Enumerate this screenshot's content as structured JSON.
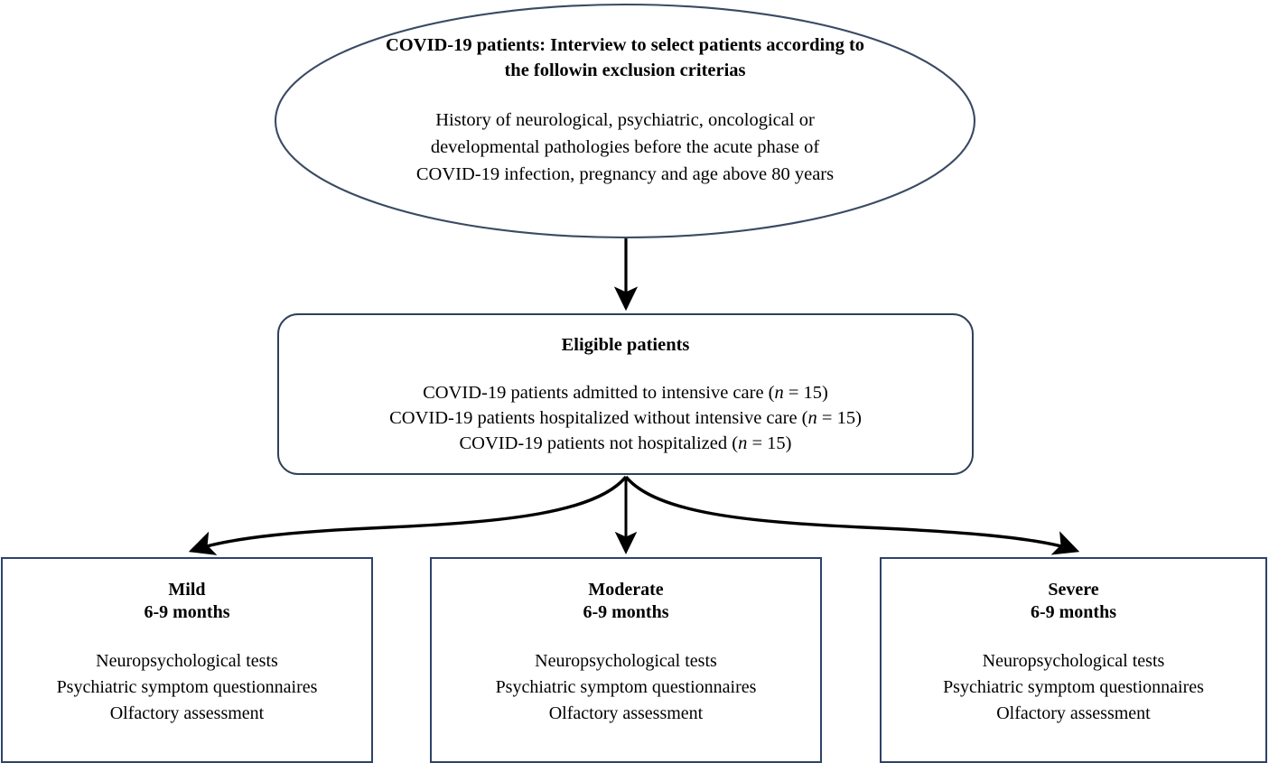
{
  "diagram": {
    "type": "flowchart",
    "title": "COVID-19 patient selection and assessment flowchart",
    "colors": {
      "ellipse_stroke": "#3a4a63",
      "rounded_box_stroke": "#2f4158",
      "outcome_box_stroke": "#2e4269",
      "arrow": "#000000",
      "background": "#ffffff",
      "text": "#000000"
    },
    "ellipse": {
      "title": "COVID-19 patients: Interview to select patients according to the followin exclusion criterias",
      "body_lines": [
        "History of neurological, psychiatric, oncological or",
        "developmental pathologies before the acute phase of",
        "COVID-19 infection, pregnancy and age above 80 years"
      ]
    },
    "eligible": {
      "title": "Eligible patients",
      "rows": [
        {
          "pre": "COVID-19 patients admitted to intensive care (",
          "n": "n",
          "post": " = 15)"
        },
        {
          "pre": "COVID-19 patients hospitalized without intensive care (",
          "n": "n",
          "post": " = 15)"
        },
        {
          "pre": "COVID-19 patients not hospitalized (",
          "n": "n",
          "post": " = 15)"
        }
      ]
    },
    "outcomes": [
      {
        "title": "Mild",
        "subtitle": "6-9 months",
        "items": [
          "Neuropsychological tests",
          "Psychiatric symptom questionnaires",
          "Olfactory assessment"
        ]
      },
      {
        "title": "Moderate",
        "subtitle": "6-9 months",
        "items": [
          "Neuropsychological tests",
          "Psychiatric symptom questionnaires",
          "Olfactory assessment"
        ]
      },
      {
        "title": "Severe",
        "subtitle": "6-9 months",
        "items": [
          "Neuropsychological tests",
          "Psychiatric symptom questionnaires",
          "Olfactory assessment"
        ]
      }
    ],
    "connectors": [
      {
        "name": "ellipse-to-eligible",
        "shape": "straight-down"
      },
      {
        "name": "eligible-to-mild",
        "shape": "curve-left"
      },
      {
        "name": "eligible-to-moderate",
        "shape": "straight-down"
      },
      {
        "name": "eligible-to-severe",
        "shape": "curve-right"
      }
    ]
  }
}
